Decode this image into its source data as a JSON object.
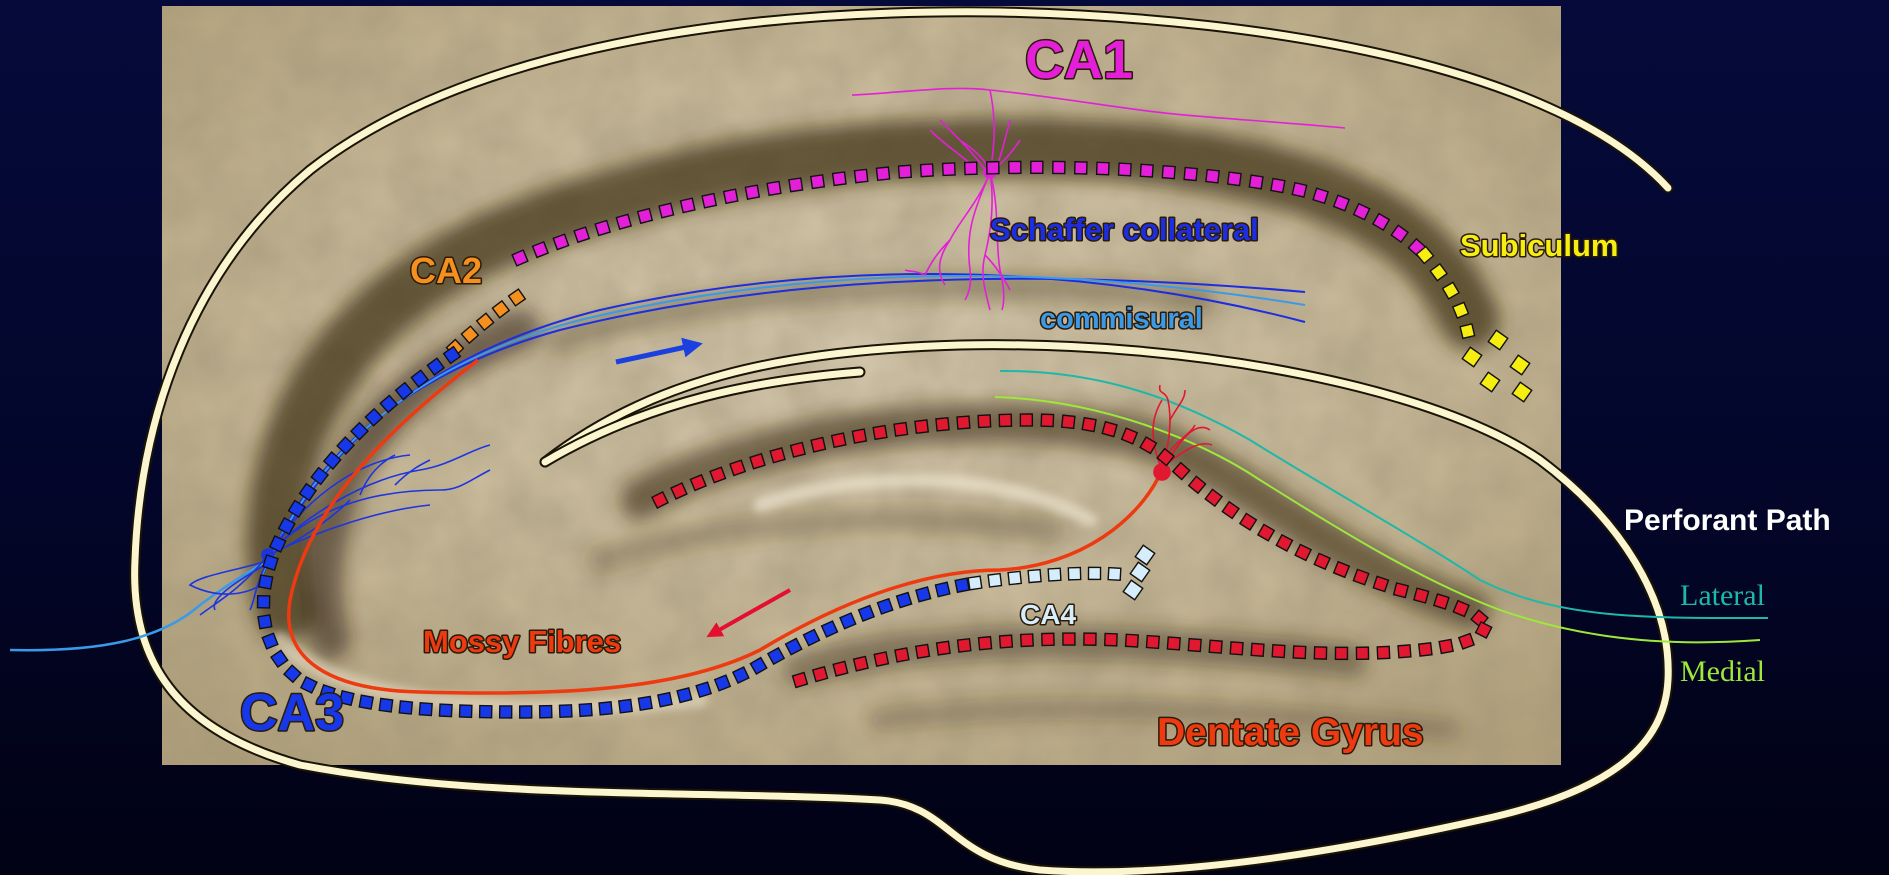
{
  "labels": {
    "ca1": "CA1",
    "ca2": "CA2",
    "ca3": "CA3",
    "ca4": "CA4",
    "subiculum": "Subiculum",
    "schaffer": "Schaffer collateral",
    "commisural": "commisural",
    "mossy": "Mossy Fibres",
    "dentate": "Dentate Gyrus",
    "perforant": "Perforant Path",
    "lateral": "Lateral",
    "medial": "Medial"
  },
  "colors": {
    "background": "#03062a",
    "outline": "#fbf6cf",
    "ca1": "#e41fd8",
    "ca2": "#f5901f",
    "ca3": "#1638e8",
    "ca4": "#d6eefb",
    "subiculum": "#f5ee10",
    "schaffer": "#1d2ee0",
    "commisural": "#3b9ae8",
    "mossy": "#ee3a10",
    "dentate": "#ee3a10",
    "dentate_cells": "#e01830",
    "perforant": "#ffffff",
    "lateral": "#1eb8a8",
    "medial": "#9de83a"
  }
}
